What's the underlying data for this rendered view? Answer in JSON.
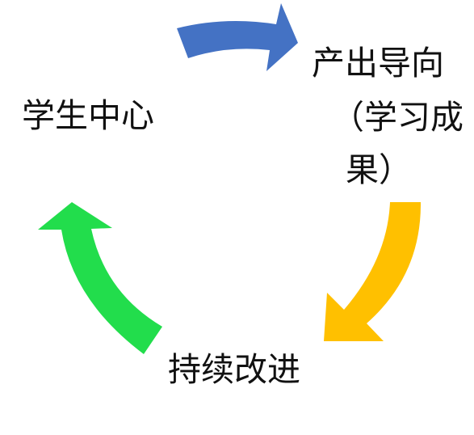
{
  "nodes": {
    "student_centered": "学生中心",
    "output_oriented_line1": "产出导向",
    "output_oriented_line2": "（学习成",
    "output_oriented_line3": "果）",
    "continuous_improvement": "持续改进"
  },
  "arrows": {
    "top": {
      "color": "#4472C4",
      "direction": "clockwise"
    },
    "right": {
      "color": "#FFC000",
      "direction": "clockwise"
    },
    "left": {
      "color": "#22DD4C",
      "direction": "clockwise"
    }
  }
}
